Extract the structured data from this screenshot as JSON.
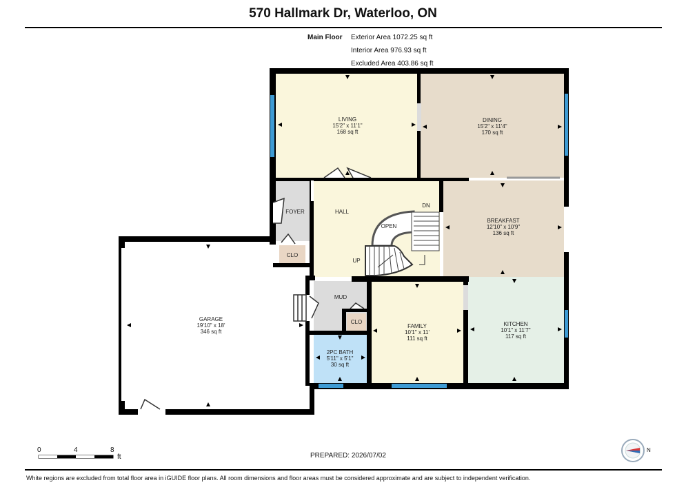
{
  "header": {
    "title": "570 Hallmark Dr, Waterloo, ON"
  },
  "floor": {
    "name": "Main Floor",
    "areas": [
      "Exterior Area 1072.25 sq ft",
      "Interior Area 976.93 sq ft",
      "Excluded Area 403.86 sq ft"
    ]
  },
  "rooms": {
    "living": {
      "name": "LIVING",
      "dims": "15'2\" x 11'1\"",
      "area": "168 sq ft"
    },
    "dining": {
      "name": "DINING",
      "dims": "15'2\" x 11'4\"",
      "area": "170 sq ft"
    },
    "breakfast": {
      "name": "BREAKFAST",
      "dims": "12'10\" x 10'9\"",
      "area": "136 sq ft"
    },
    "garage": {
      "name": "GARAGE",
      "dims": "19'10\" x 18'",
      "area": "346 sq ft"
    },
    "family": {
      "name": "FAMILY",
      "dims": "10'1\" x 11'",
      "area": "111 sq ft"
    },
    "kitchen": {
      "name": "KITCHEN",
      "dims": "10'1\" x 11'7\"",
      "area": "117 sq ft"
    },
    "bath": {
      "name": "2PC BATH",
      "dims": "5'11\" x 5'1\"",
      "area": "30 sq ft"
    },
    "foyer": {
      "name": "FOYER"
    },
    "hall": {
      "name": "HALL"
    },
    "mud": {
      "name": "MUD"
    },
    "clo1": {
      "name": "CLO"
    },
    "clo2": {
      "name": "CLO"
    },
    "open": {
      "name": "OPEN"
    },
    "dn": {
      "name": "DN"
    },
    "up": {
      "name": "UP"
    }
  },
  "scale": {
    "ticks": [
      "0",
      "4",
      "8"
    ],
    "unit": "ft"
  },
  "prepared": "PREPARED: 2026/07/02",
  "compass_label": "N",
  "disclaimer": "White regions are excluded from total floor area in iGUIDE floor plans. All room dimensions and floor areas must be considered approximate and are subject to independent verification.",
  "colors": {
    "living": "#faf6dc",
    "hall": "#faf6dc",
    "dining": "#e7dccb",
    "breakfast": "#e7dccb",
    "family": "#faf6dc",
    "kitchen": "#e5f0e7",
    "bath": "#bfe1f7",
    "closet": "#e9d6c4",
    "circulation": "#dcdcdc",
    "window": "#3e9bd4",
    "wall": "#000000"
  }
}
